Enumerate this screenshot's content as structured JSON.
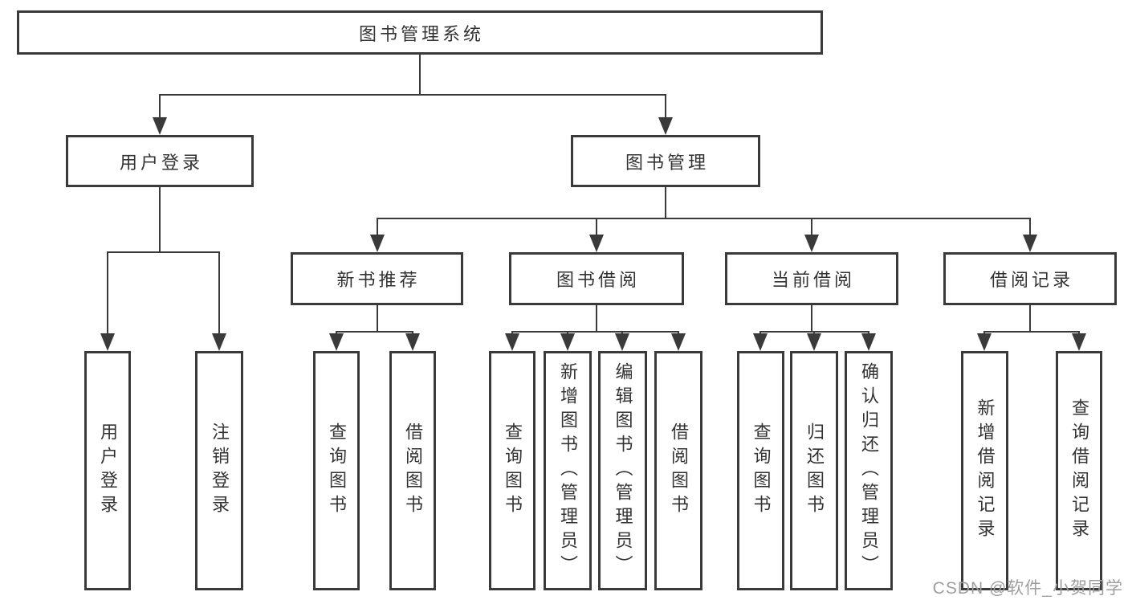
{
  "colors": {
    "line": "#3a3a3a",
    "text": "#333333",
    "background": "#ffffff",
    "watermark": "#9e9e9e"
  },
  "watermark": "CSDN @软件_小贺同学",
  "tree": {
    "root": {
      "label": "图书管理系统",
      "children": [
        {
          "label": "用户登录",
          "children": [
            {
              "label": "用户登录"
            },
            {
              "label": "注销登录"
            }
          ]
        },
        {
          "label": "图书管理",
          "children": [
            {
              "label": "新书推荐",
              "children": [
                {
                  "label": "查询图书"
                },
                {
                  "label": "借阅图书"
                }
              ]
            },
            {
              "label": "图书借阅",
              "children": [
                {
                  "label": "查询图书"
                },
                {
                  "label": "新增图书（管理员）"
                },
                {
                  "label": "编辑图书（管理员）"
                },
                {
                  "label": "借阅图书"
                }
              ]
            },
            {
              "label": "当前借阅",
              "children": [
                {
                  "label": "查询图书"
                },
                {
                  "label": "归还图书"
                },
                {
                  "label": "确认归还（管理员）"
                }
              ]
            },
            {
              "label": "借阅记录",
              "children": [
                {
                  "label": "新增借阅记录"
                },
                {
                  "label": "查询借阅记录"
                }
              ]
            }
          ]
        }
      ]
    }
  }
}
